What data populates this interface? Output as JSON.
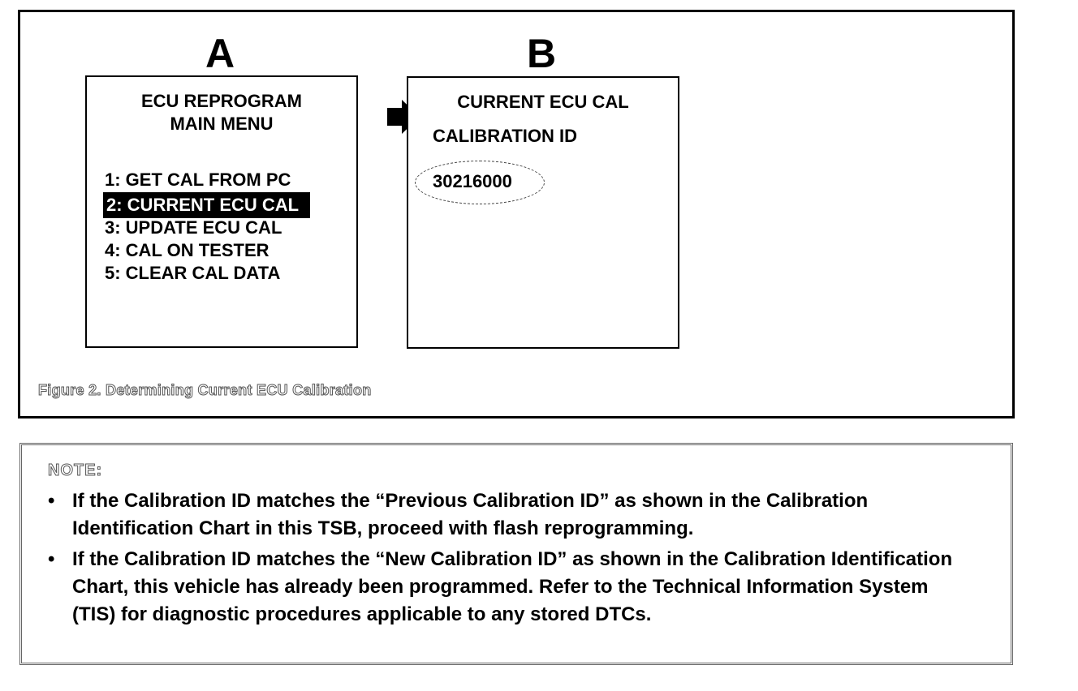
{
  "figure": {
    "panel_a_label": "A",
    "panel_b_label": "B",
    "caption": "Figure 2. Determining Current ECU Calibration"
  },
  "screen_a": {
    "title_line1": "ECU REPROGRAM",
    "title_line2": "MAIN MENU",
    "menu_items": [
      "1: GET CAL FROM PC",
      "2: CURRENT ECU CAL",
      "3: UPDATE ECU CAL",
      "4: CAL ON TESTER",
      "5: CLEAR CAL DATA"
    ],
    "selected_index": 1
  },
  "screen_b": {
    "title": "CURRENT ECU CAL",
    "label": "CALIBRATION ID",
    "value": "30216000"
  },
  "note": {
    "title": "NOTE:",
    "bullet_glyph": "•",
    "items": [
      "If the Calibration ID matches the “Previous Calibration ID” as shown in the Calibration Identification Chart in this TSB, proceed with flash reprogramming.",
      "If the Calibration ID matches the “New Calibration ID” as shown in the Calibration Identification Chart, this vehicle has already been programmed. Refer to the Technical Information System (TIS) for diagnostic procedures applicable to any stored DTCs."
    ]
  },
  "icons": {
    "arrow": "right-arrow-icon"
  }
}
